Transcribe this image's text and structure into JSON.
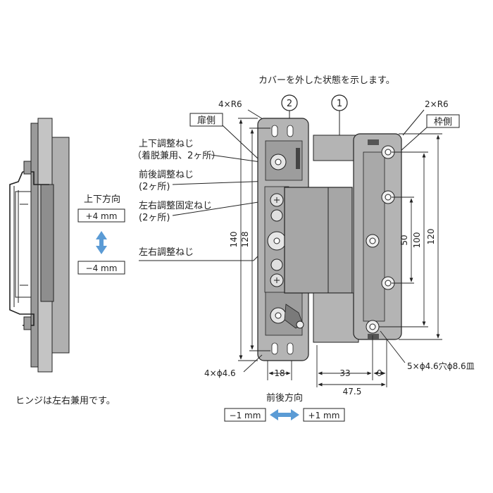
{
  "notes": {
    "cover_removed": "カバーを外した状態を示します。",
    "both_hands": "ヒンジは左右兼用です。"
  },
  "callouts": {
    "part_2": "2",
    "part_1": "1",
    "corner_radius_door": "4×R6",
    "corner_radius_frame": "2×R6",
    "door_side": "扉側",
    "frame_side": "枠側"
  },
  "labels": {
    "vertical_screw": "上下調整ねじ",
    "vertical_screw_note": "（着脱兼用、2ヶ所）",
    "depth_screw": "前後調整ねじ",
    "depth_screw_note": "(2ヶ所)",
    "lateral_lock_screw": "左右調整固定ねじ",
    "lateral_lock_screw_note": "(2ヶ所)",
    "lateral_screw": "左右調整ねじ"
  },
  "adjust_vertical": {
    "title": "上下方向",
    "plus": "+4 mm",
    "minus": "−4 mm",
    "arrow_color": "#5b9bd5"
  },
  "adjust_depth": {
    "title": "前後方向",
    "minus": "−1 mm",
    "plus": "+1 mm",
    "arrow_color": "#5b9bd5"
  },
  "dimensions": {
    "height_140": "140",
    "height_128": "128",
    "width_18": "18",
    "holes_door": "4×ϕ4.6",
    "width_33": "33",
    "width_9": "9",
    "width_47_5": "47.5",
    "holes_frame": "5×ϕ4.6穴ϕ8.6皿",
    "pitch_50": "50",
    "pitch_100": "100",
    "height_120": "120"
  },
  "colors": {
    "plate_fill": "#b4b4b4",
    "plate_dark": "#8c8c8c",
    "body_fill": "#a6a6a6",
    "line": "#222222"
  }
}
